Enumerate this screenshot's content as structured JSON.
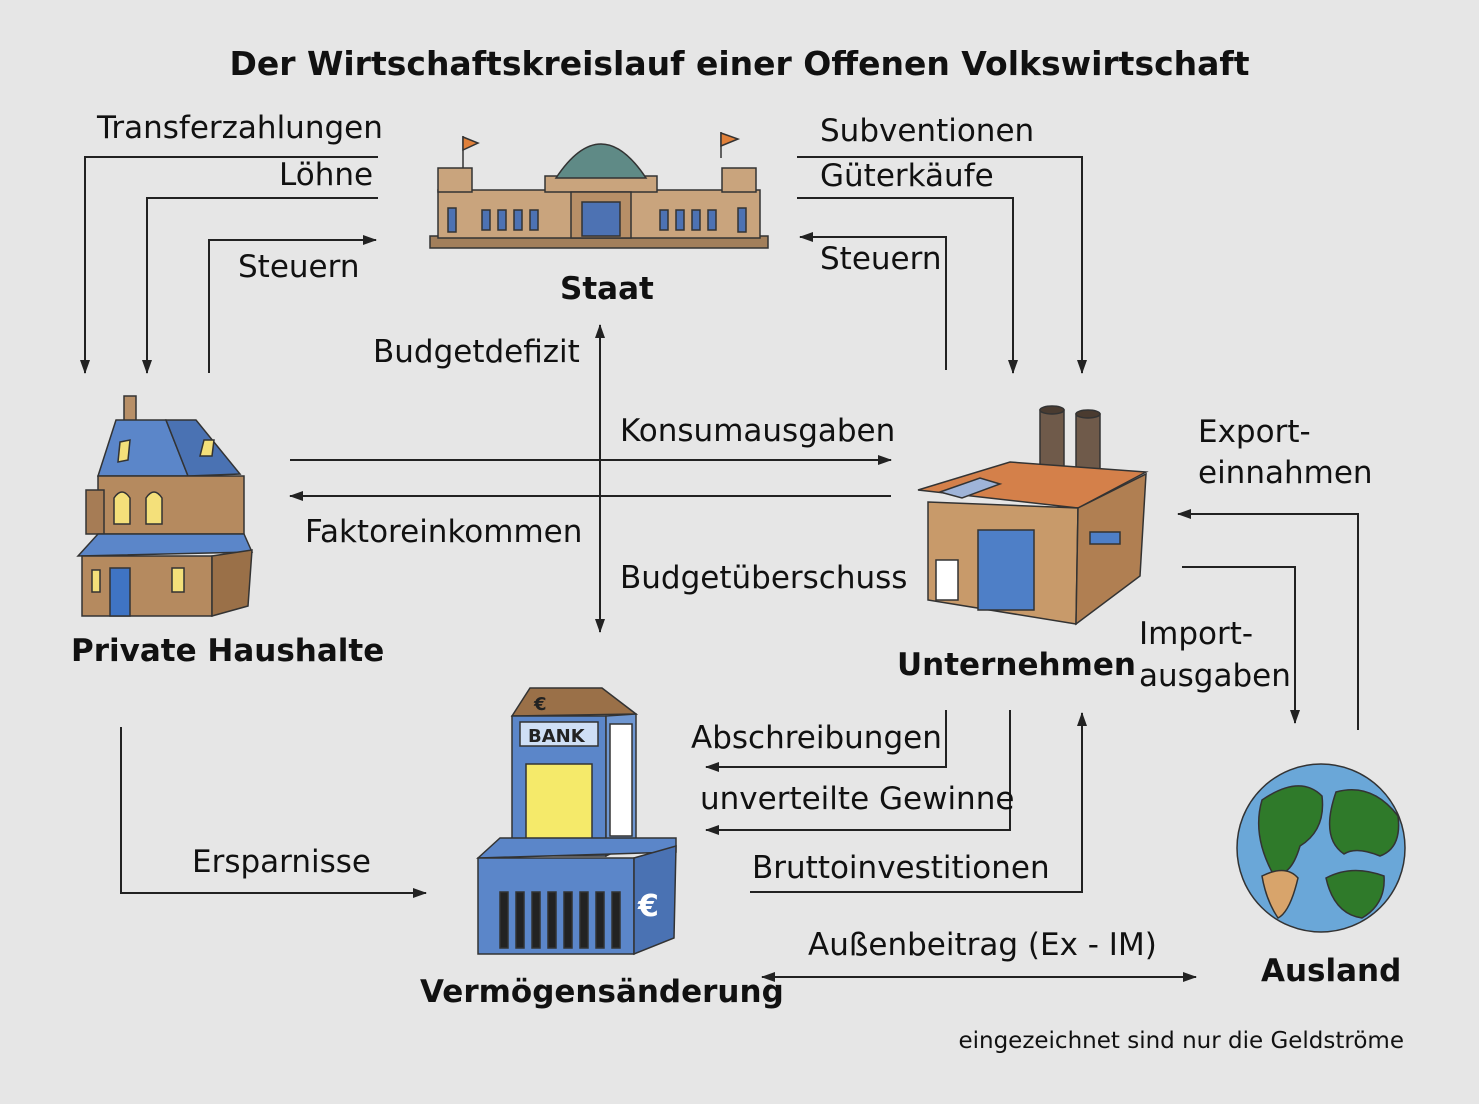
{
  "title": "Der Wirtschaftskreislauf einer Offenen Volkswirtschaft",
  "nodes": {
    "staat": "Staat",
    "haushalte": "Private Haushalte",
    "unternehmen": "Unternehmen",
    "vermoegen": "Vermögensänderung",
    "ausland": "Ausland"
  },
  "flows": {
    "transferzahlungen": "Transferzahlungen",
    "loehne": "Löhne",
    "steuern_haushalte": "Steuern",
    "subventionen": "Subventionen",
    "gueterkaeufe": "Güterkäufe",
    "steuern_unternehmen": "Steuern",
    "budgetdefizit": "Budgetdefizit",
    "budgetueberschuss": "Budgetüberschuss",
    "konsumausgaben": "Konsumausgaben",
    "faktoreinkommen": "Faktoreinkommen",
    "exporteinnahmen_1": "Export-",
    "exporteinnahmen_2": "einnahmen",
    "importausgaben_1": "Import-",
    "importausgaben_2": "ausgaben",
    "abschreibungen": "Abschreibungen",
    "unverteilte_gewinne": "unverteilte Gewinne",
    "bruttoinvestitionen": "Bruttoinvestitionen",
    "ersparnisse": "Ersparnisse",
    "aussenbeitrag": "Außenbeitrag (Ex - IM)"
  },
  "building_texts": {
    "bank_sign": "BANK",
    "euro_sign": "€"
  },
  "note": "eingezeichnet sind nur die Geldströme",
  "colors": {
    "background": "#e6e6e6",
    "blue": "#5b86c9",
    "brown": "#c89a6a",
    "orange": "#d4804a",
    "green": "#2f7a2a",
    "ocean": "#6aa7d8"
  }
}
